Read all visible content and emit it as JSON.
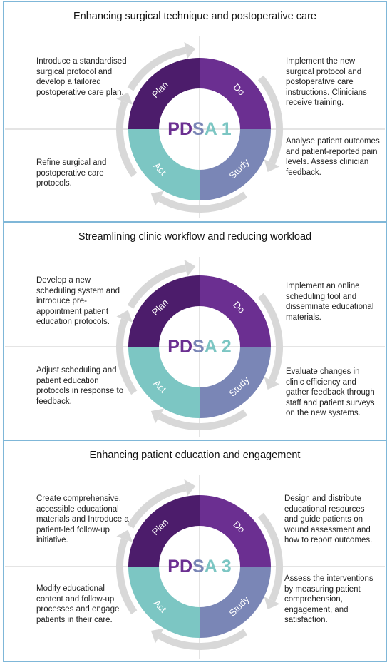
{
  "colors": {
    "plan": "#4c1c6b",
    "do": "#6b2f91",
    "study": "#7a86b6",
    "act": "#7cc6c3",
    "arrow": "#d8d8d8",
    "divider": "#c9c9c9",
    "border": "#7fb7d8",
    "letter_p": "#6b2f91",
    "letter_d": "#6b2f91",
    "letter_s": "#7a86b6",
    "letter_a": "#7cc6c3"
  },
  "segment_labels": {
    "plan": "Plan",
    "do": "Do",
    "study": "Study",
    "act": "Act"
  },
  "letters": {
    "p": "P",
    "d": "D",
    "s": "S",
    "a": "A"
  },
  "panels": [
    {
      "title": "Enhancing surgical technique and postoperative care",
      "number": " 1",
      "plan_text": "Introduce a standardised surgical protocol and develop a tailored postoperative care plan.",
      "do_text": "Implement the new surgical protocol and postoperative care instructions. Clinicians receive training.",
      "study_text": "Analyse patient outcomes and patient-reported pain levels. Assess clinician feedback.",
      "act_text": "Refine surgical and postoperative care protocols."
    },
    {
      "title": "Streamlining clinic workflow and reducing workload",
      "number": " 2",
      "plan_text": "Develop a new scheduling system and introduce pre-appointment patient education protocols.",
      "do_text": "Implement an online scheduling tool and disseminate educational materials.",
      "study_text": "Evaluate changes in clinic efficiency and gather feedback through staff and patient surveys on the new systems.",
      "act_text": "Adjust scheduling and patient education protocols in response to feedback."
    },
    {
      "title": "Enhancing patient education and engagement",
      "number": " 3",
      "plan_text": "Create comprehensive, accessible educational materials and  Introduce a patient-led follow-up initiative.",
      "do_text": "Design and distribute educational resources and guide patients on wound assessment and how to report outcomes.",
      "study_text": "Assess the interventions by measuring patient comprehension, engagement, and satisfaction.",
      "act_text": "Modify educational content and follow-up processes and engage patients in their care."
    }
  ]
}
